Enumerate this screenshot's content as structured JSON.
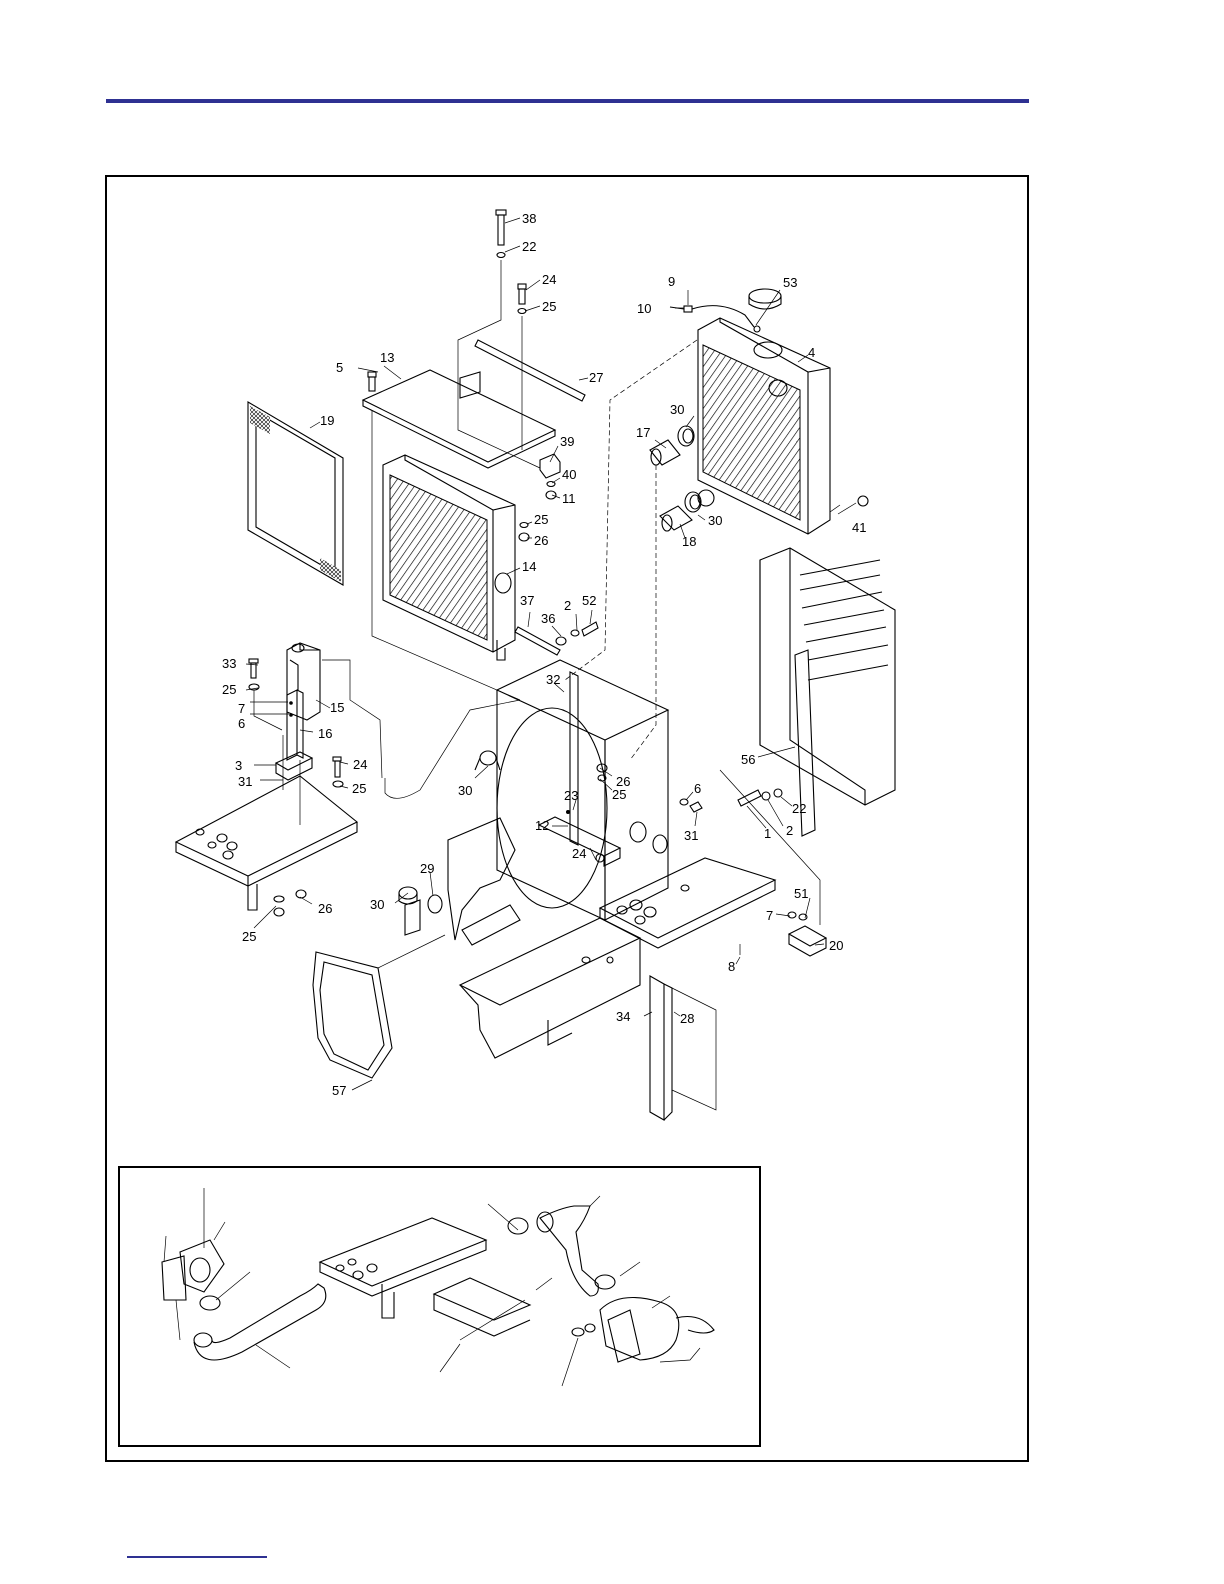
{
  "colors": {
    "rule": "#2e3192",
    "ink": "#000000",
    "paper": "#ffffff"
  },
  "callouts": {
    "c38": "38",
    "c22a": "22",
    "c24a": "24",
    "c25a": "25",
    "c9": "9",
    "c10": "10",
    "c53": "53",
    "c13": "13",
    "c5": "5",
    "c27": "27",
    "c4": "4",
    "c19": "19",
    "c30a": "30",
    "c17": "17",
    "c39": "39",
    "c40": "40",
    "c11": "11",
    "c25b": "25",
    "c26a": "26",
    "c30b": "30",
    "c18": "18",
    "c41": "41",
    "c14": "14",
    "c37": "37",
    "c2a": "2",
    "c52": "52",
    "c36": "36",
    "c33": "33",
    "c25c": "25",
    "c15": "15",
    "c7a": "7",
    "c6a": "6",
    "c16": "16",
    "c32": "32",
    "c3": "3",
    "c24b": "24",
    "c31a": "31",
    "c25d": "25",
    "c26b": "26",
    "c25e": "25",
    "c30c": "30",
    "c56": "56",
    "c23": "23",
    "c6b": "6",
    "c22b": "22",
    "c12": "12",
    "c31b": "31",
    "c1": "1",
    "c2b": "2",
    "c24c": "24",
    "c29": "29",
    "c30d": "30",
    "c26c": "26",
    "c25f": "25",
    "c51": "51",
    "c7b": "7",
    "c20": "20",
    "c8": "8",
    "c34": "34",
    "c28": "28",
    "c57": "57"
  }
}
